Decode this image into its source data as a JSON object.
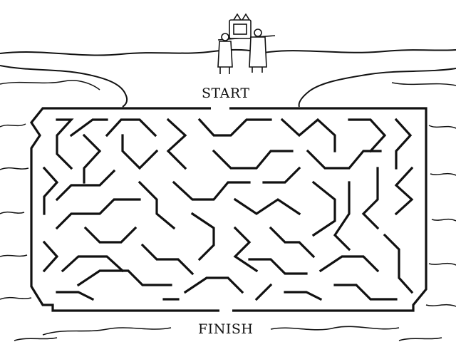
{
  "labels": {
    "start": "START",
    "finish": "FINISH"
  },
  "colors": {
    "ink": "#111111",
    "paper": "#ffffff",
    "shade": "#555555"
  },
  "scene": {
    "top_image": "two-men-carrying-ark-illustration",
    "water": "parted-sea-waves",
    "puzzle": "maze"
  }
}
